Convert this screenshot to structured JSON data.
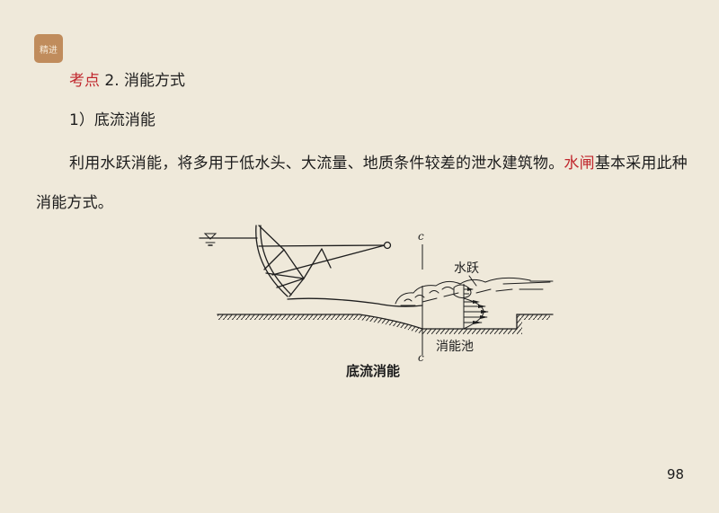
{
  "badge": {
    "label": "精进"
  },
  "section": {
    "key_label": "考点",
    "number": "2.",
    "title": "消能方式"
  },
  "subsection": {
    "label": "1）底流消能"
  },
  "paragraph": {
    "text_before": "利用水跃消能，将多用于低水头、大流量、地质条件较差的泄水建筑物。",
    "highlight": "水闸",
    "text_after": "基本采用此种消能方式。"
  },
  "figure": {
    "labels": {
      "hydraulic_jump": "水跃",
      "stilling_basin": "消能池",
      "section_top": "c",
      "section_bottom": "c"
    },
    "caption": "底流消能"
  },
  "page": {
    "number": "98"
  },
  "colors": {
    "background": "#efe9da",
    "accent_red": "#c0272d",
    "badge": "#c08c5c"
  }
}
